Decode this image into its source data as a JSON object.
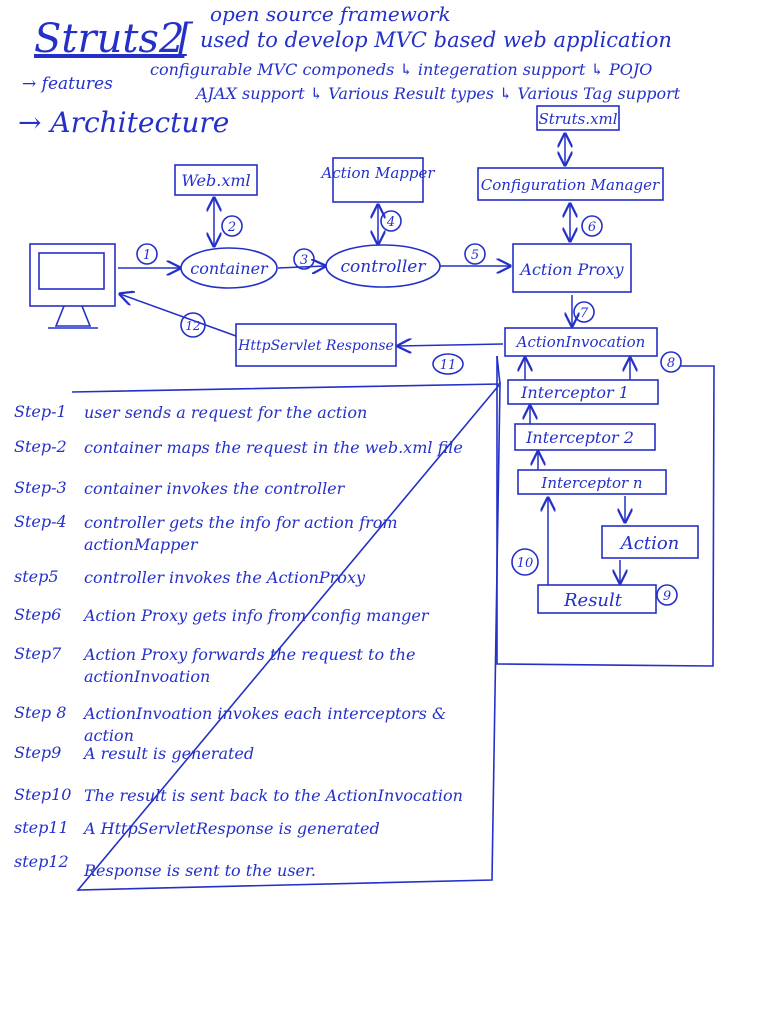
{
  "header": {
    "title": "Struts2",
    "desc1": "open source framework",
    "desc2": "used to develop MVC based web application",
    "features_label": "→ features",
    "features_line1": "configurable MVC componeds ↳ integeration support ↳ POJO",
    "features_line2": "AJAX support ↳ Various Result types ↳ Various Tag support",
    "architecture": "→ Architecture"
  },
  "diagram": {
    "nodes": {
      "struts_xml": "Struts.xml",
      "web_xml": "Web.xml",
      "action_mapper": "Action Mapper",
      "config_manager": "Configuration Manager",
      "container": "container",
      "controller": "controller",
      "action_proxy": "Action Proxy",
      "action_invocation": "ActionInvocation",
      "http_response": "HttpServlet Response",
      "interceptor1": "Interceptor 1",
      "interceptor2": "Interceptor 2",
      "interceptorn": "Interceptor n",
      "action": "Action",
      "result": "Result"
    },
    "numbers": {
      "n1": "1",
      "n2": "2",
      "n3": "3",
      "n4": "4",
      "n5": "5",
      "n6": "6",
      "n7": "7",
      "n8": "8",
      "n9": "9",
      "n10": "10",
      "n11": "11",
      "n12": "12"
    }
  },
  "steps": [
    {
      "label": "Step-1",
      "text": "user sends a request for the action"
    },
    {
      "label": "Step-2",
      "text": "container maps the request in the web.xml file"
    },
    {
      "label": "Step-3",
      "text": "container invokes the controller"
    },
    {
      "label": "Step-4",
      "text": "controller gets the info for action from actionMapper"
    },
    {
      "label": "step5",
      "text": "controller invokes the ActionProxy"
    },
    {
      "label": "Step6",
      "text": "Action Proxy gets info from config manger"
    },
    {
      "label": "Step7",
      "text": "Action Proxy forwards the request to the actionInvoation"
    },
    {
      "label": "Step 8",
      "text": "ActionInvoation invokes each interceptors & action"
    },
    {
      "label": "Step9",
      "text": "A result is generated"
    },
    {
      "label": "Step10",
      "text": "The result is sent back to the ActionInvocation"
    },
    {
      "label": "step11",
      "text": "A HttpServletResponse is generated"
    },
    {
      "label": "step12",
      "text": "Response is sent to the user."
    }
  ]
}
